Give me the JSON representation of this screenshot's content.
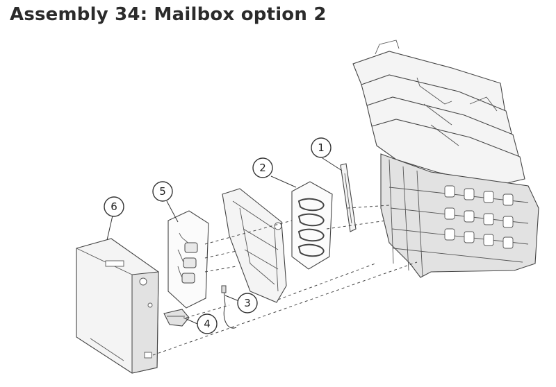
{
  "title": "Assembly 34: Mailbox option 2",
  "callouts": [
    {
      "label": "1"
    },
    {
      "label": "2"
    },
    {
      "label": "3"
    },
    {
      "label": "4"
    },
    {
      "label": "5"
    },
    {
      "label": "6"
    }
  ]
}
